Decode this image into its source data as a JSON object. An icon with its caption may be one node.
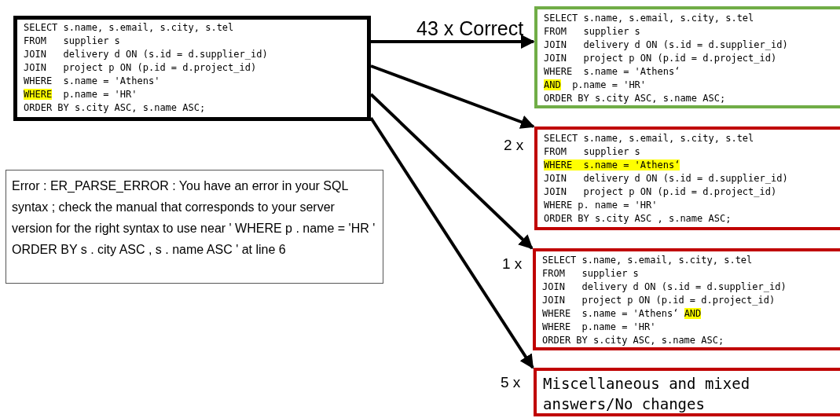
{
  "diagram": {
    "nodes": [
      {
        "text": [
          "SELECT s.name, s.email, s.city, s.tel",
          "FROM   supplier s",
          "JOIN   delivery d ON (s.id = d.supplier_id)",
          "JOIN   project p ON (p.id = d.project_id)",
          "WHERE  s.name = 'Athens'",
          "**WHERE**  p.name = 'HR'",
          "ORDER BY s.city ASC, s.name ASC;"
        ]
      },
      {
        "text": [
          "SELECT s.name, s.email, s.city, s.tel",
          "FROM   supplier s",
          "JOIN   delivery d ON (s.id = d.supplier_id)",
          "JOIN   project p ON (p.id = d.project_id)",
          "WHERE  s.name = 'Athens‘",
          "**AND**  p.name = 'HR'",
          "ORDER BY s.city ASC, s.name ASC;"
        ],
        "beside": [
          "43 x Correct"
        ]
      },
      {
        "text": [
          "SELECT s.name, s.email, s.city, s.tel",
          "FROM   supplier s",
          "**WHERE  s.name = 'Athens‘**",
          "JOIN   delivery d ON (s.id = d.supplier_id)",
          "JOIN   project p ON (p.id = d.project_id)",
          "WHERE p. name = 'HR'",
          "ORDER BY s.city ASC , s.name ASC;"
        ],
        "beside": [
          "2 x"
        ]
      },
      {
        "text": [
          "SELECT s.name, s.email, s.city, s.tel",
          "FROM   supplier s",
          "JOIN   delivery d ON (s.id = d.supplier_id)",
          "JOIN   project p ON (p.id = d.project_id)",
          "WHERE  s.name = 'Athens‘ **AND**",
          "WHERE  p.name = 'HR'",
          "ORDER BY s.city ASC, s.name ASC;"
        ],
        "beside": [
          "1 x"
        ]
      },
      {
        "text": [
          "Miscellaneous and mixed answers/No changes"
        ],
        "beside": [
          "5 x"
        ]
      },
      {
        "text": [
          "Error : ER_PARSE_ERROR : You have an error in your SQL syntax ; check the manual that corresponds to your server version for the right syntax to use near ' WHERE p . name = 'HR ' ORDER BY s . city ASC , s . name ASC ' at line 6"
        ]
      }
    ],
    "edges": [
      {
        "from": 0,
        "to": 1,
        "arrow": "to"
      },
      {
        "from": 0,
        "to": 2,
        "arrow": "to"
      },
      {
        "from": 0,
        "to": 3,
        "arrow": "to"
      },
      {
        "from": 0,
        "to": 4,
        "arrow": "to"
      }
    ]
  }
}
